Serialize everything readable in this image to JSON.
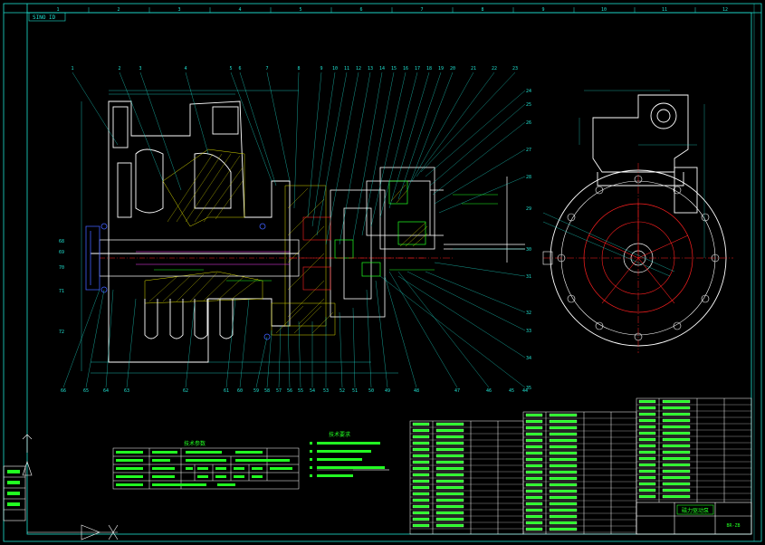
{
  "drawing": {
    "corner_tag": "SINO ID",
    "grid_top": [
      "1",
      "2",
      "3",
      "4",
      "5",
      "6",
      "7",
      "8",
      "9",
      "10",
      "11",
      "12"
    ],
    "part_numbers_top": [
      "1",
      "2",
      "3",
      "4",
      "5",
      "6",
      "7",
      "8",
      "9",
      "10",
      "11",
      "12",
      "13",
      "14",
      "15",
      "16",
      "17",
      "18",
      "19",
      "20",
      "21",
      "22",
      "23"
    ],
    "part_numbers_right": [
      "24",
      "25",
      "26",
      "27",
      "28",
      "29",
      "30",
      "31",
      "32",
      "33",
      "34",
      "35"
    ],
    "part_numbers_bottom": [
      "66",
      "65",
      "64",
      "63",
      "62",
      "61",
      "60",
      "59",
      "58",
      "57",
      "56",
      "55",
      "54",
      "53",
      "52",
      "51",
      "50",
      "49",
      "48",
      "47",
      "46",
      "45",
      "44"
    ],
    "part_numbers_left": [
      "68",
      "69",
      "70",
      "71",
      "72"
    ],
    "table_title_tech": "技术参数",
    "table_title_notes": "技术要求",
    "title_block_name": "磁力驱动泵",
    "title_block_code": "BR-ZB"
  },
  "colors": {
    "frame": "#1fe0d0",
    "main_line": "#ffffff",
    "hatch": "#d8d800",
    "accent_red": "#ff2020",
    "accent_green": "#22ff22",
    "accent_magenta": "#ff40ff",
    "accent_blue": "#4060ff",
    "bg": "#000000"
  }
}
